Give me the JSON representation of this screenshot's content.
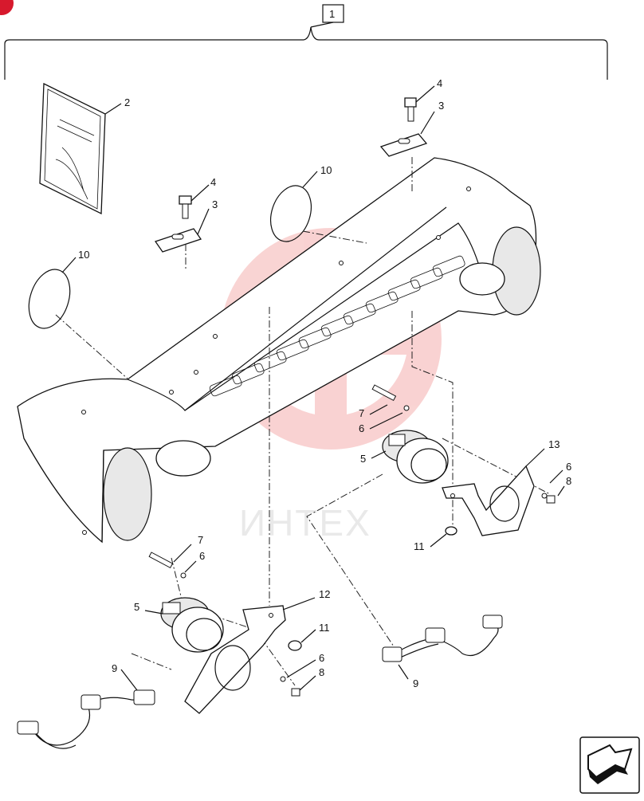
{
  "diagram": {
    "assembly_label": "1",
    "watermark_text": "ИНТЕХ",
    "colors": {
      "line": "#111111",
      "watermark": "#e53935",
      "badge": "#d7192d"
    },
    "callouts": [
      {
        "id": "c2",
        "label": "2"
      },
      {
        "id": "c4a",
        "label": "4"
      },
      {
        "id": "c3a",
        "label": "3"
      },
      {
        "id": "c4b",
        "label": "4"
      },
      {
        "id": "c3b",
        "label": "3"
      },
      {
        "id": "c10a",
        "label": "10"
      },
      {
        "id": "c10b",
        "label": "10"
      },
      {
        "id": "c7a",
        "label": "7"
      },
      {
        "id": "c6a",
        "label": "6"
      },
      {
        "id": "c5a",
        "label": "5"
      },
      {
        "id": "c13",
        "label": "13"
      },
      {
        "id": "c6b",
        "label": "6"
      },
      {
        "id": "c8a",
        "label": "8"
      },
      {
        "id": "c11a",
        "label": "11"
      },
      {
        "id": "c7b",
        "label": "7"
      },
      {
        "id": "c6c",
        "label": "6"
      },
      {
        "id": "c5b",
        "label": "5"
      },
      {
        "id": "c12",
        "label": "12"
      },
      {
        "id": "c11b",
        "label": "11"
      },
      {
        "id": "c6d",
        "label": "6"
      },
      {
        "id": "c8b",
        "label": "8"
      },
      {
        "id": "c9a",
        "label": "9"
      },
      {
        "id": "c9b",
        "label": "9"
      }
    ],
    "icons": [
      "next-page-arrow-icon",
      "brand-badge-icon"
    ]
  }
}
